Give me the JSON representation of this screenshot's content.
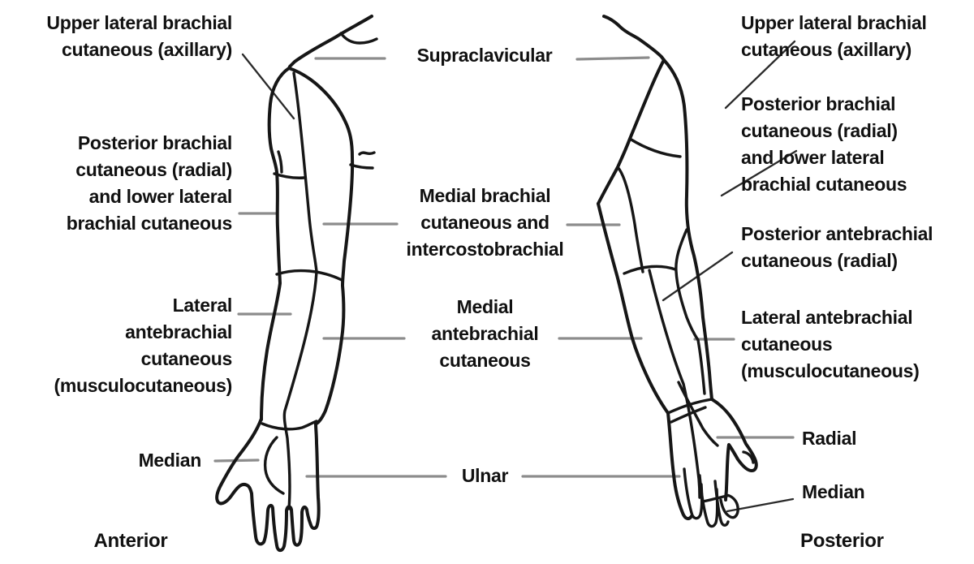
{
  "figure": {
    "subject": "Cutaneous nerve distribution of the upper limb",
    "colors": {
      "line": "#161616",
      "leader_gray": "#8c8c8c",
      "text": "#111111",
      "background": "#ffffff"
    }
  },
  "labels": {
    "anterior_side": [
      {
        "id": "upper-lateral-brachial",
        "lines": [
          "Upper lateral brachial",
          "cutaneous (axillary)"
        ]
      },
      {
        "id": "posterior-brachial",
        "lines": [
          "Posterior brachial",
          "cutaneous (radial)",
          "and lower lateral",
          "brachial cutaneous"
        ]
      },
      {
        "id": "lateral-antebrachial",
        "lines": [
          "Lateral",
          "antebrachial",
          "cutaneous",
          "(musculocutaneous)"
        ]
      },
      {
        "id": "median",
        "lines": [
          "Median"
        ]
      }
    ],
    "center": [
      {
        "id": "supraclavicular",
        "lines": [
          "Supraclavicular"
        ]
      },
      {
        "id": "medial-brachial",
        "lines": [
          "Medial brachial",
          "cutaneous and",
          "intercostobrachial"
        ]
      },
      {
        "id": "medial-antebrachial",
        "lines": [
          "Medial",
          "antebrachial",
          "cutaneous"
        ]
      },
      {
        "id": "ulnar",
        "lines": [
          "Ulnar"
        ]
      }
    ],
    "posterior_side": [
      {
        "id": "upper-lateral-brachial",
        "lines": [
          "Upper lateral brachial",
          "cutaneous (axillary)"
        ]
      },
      {
        "id": "posterior-brachial",
        "lines": [
          "Posterior brachial",
          "cutaneous (radial)",
          "and lower lateral",
          "brachial cutaneous"
        ]
      },
      {
        "id": "posterior-antebrachial",
        "lines": [
          "Posterior antebrachial",
          "cutaneous (radial)"
        ]
      },
      {
        "id": "lateral-antebrachial",
        "lines": [
          "Lateral antebrachial",
          "cutaneous",
          "(musculocutaneous)"
        ]
      },
      {
        "id": "radial",
        "lines": [
          "Radial"
        ]
      },
      {
        "id": "median",
        "lines": [
          "Median"
        ]
      }
    ],
    "captions": {
      "anterior": "Anterior",
      "posterior": "Posterior"
    }
  }
}
